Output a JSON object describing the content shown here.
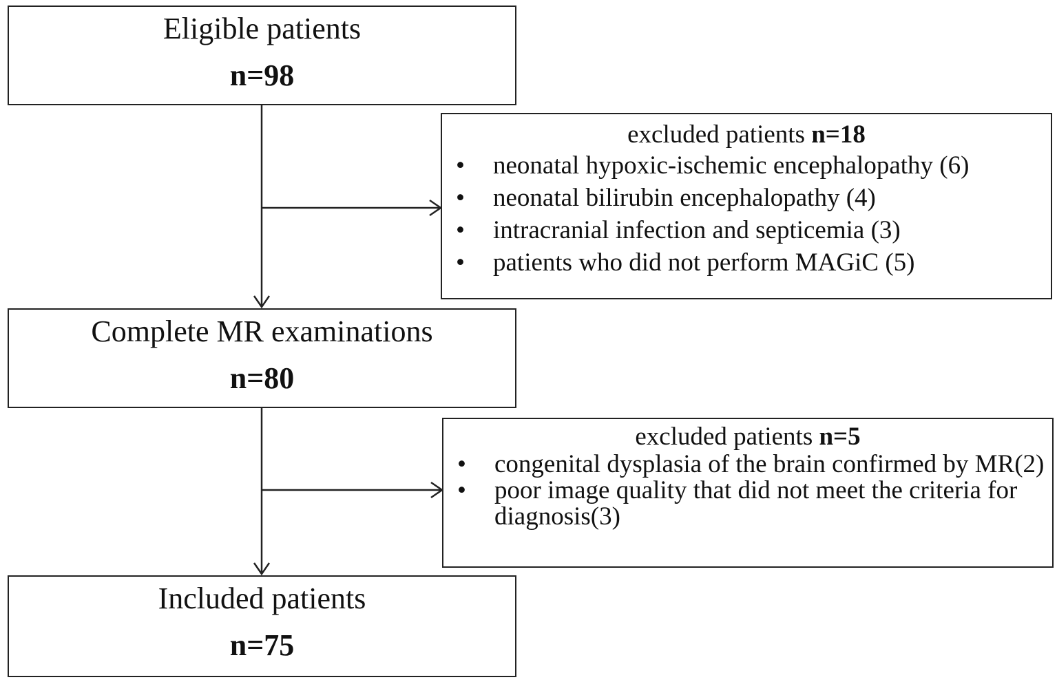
{
  "flowchart": {
    "eligible": {
      "title": "Eligible patients",
      "count": "n=98"
    },
    "complete": {
      "title": "Complete MR examinations",
      "count": "n=80"
    },
    "included": {
      "title": "Included patients",
      "count": "n=75"
    },
    "excluded_1": {
      "label": "excluded patients",
      "count": "n=18",
      "items": [
        "neonatal hypoxic-ischemic encephalopathy (6)",
        "neonatal bilirubin encephalopathy (4)",
        "intracranial infection and septicemia (3)",
        "patients who did not perform MAGiC (5)"
      ]
    },
    "excluded_2": {
      "label": "excluded patients",
      "count": "n=5",
      "items": [
        "congenital dysplasia of the brain confirmed by MR(2)",
        "poor image quality that did not meet the criteria for diagnosis(3)"
      ]
    },
    "bullet_symbol": "•",
    "line_color": "#222222"
  }
}
